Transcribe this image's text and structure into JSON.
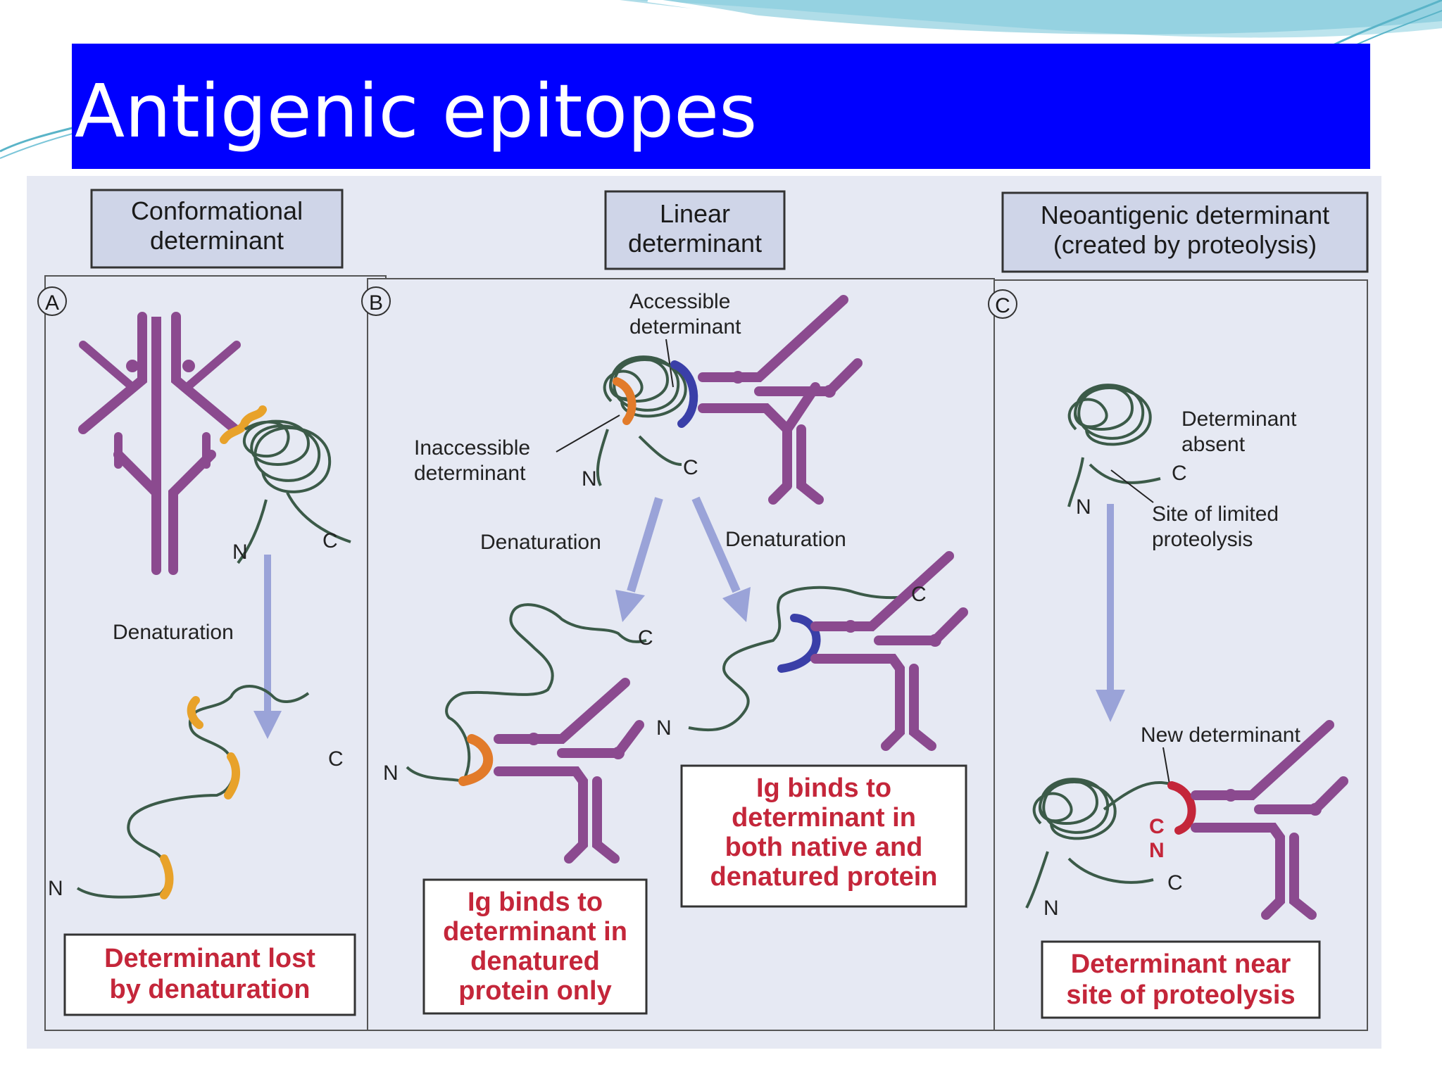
{
  "slide": {
    "title": "Antigenic epitopes"
  },
  "colors": {
    "title_bar": "#0000ff",
    "antibody": "#8b4a8f",
    "protein_chain": "#3b5a48",
    "conformational_epitope": "#e8a22a",
    "inaccessible_epitope": "#e27b2a",
    "accessible_epitope": "#3a3fa8",
    "new_epitope": "#c4263a",
    "arrow": "#9aa3d8",
    "result_text": "#c4263a"
  },
  "panels": {
    "a": {
      "letter": "A",
      "header_line1": "Conformational",
      "header_line2": "determinant",
      "arrow_label": "Denaturation",
      "n_top": "N",
      "c_top": "C",
      "n_bottom": "N",
      "c_bottom": "C",
      "result_line1": "Determinant lost",
      "result_line2": "by denaturation"
    },
    "b": {
      "letter": "B",
      "header_line1": "Linear",
      "header_line2": "determinant",
      "accessible_line1": "Accessible",
      "accessible_line2": "determinant",
      "inaccessible_line1": "Inaccessible",
      "inaccessible_line2": "determinant",
      "n_top": "N",
      "c_top": "C",
      "arrow_left_label": "Denaturation",
      "arrow_right_label": "Denaturation",
      "n_left": "N",
      "c_left": "C",
      "n_right": "N",
      "c_right": "C",
      "result_left_line1": "Ig binds to",
      "result_left_line2": "determinant in",
      "result_left_line3": "denatured",
      "result_left_line4": "protein only",
      "result_right_line1": "Ig binds to",
      "result_right_line2": "determinant in",
      "result_right_line3": "both native and",
      "result_right_line4": "denatured protein"
    },
    "c": {
      "letter": "C",
      "header_line1": "Neoantigenic determinant",
      "header_line2": "(created by proteolysis)",
      "absent_line1": "Determinant",
      "absent_line2": "absent",
      "site_line1": "Site of limited",
      "site_line2": "proteolysis",
      "n_top": "N",
      "c_top": "C",
      "new_label": "New determinant",
      "c_new": "C",
      "n_new": "N",
      "c_bottom": "C",
      "n_bottom": "N",
      "result_line1": "Determinant near",
      "result_line2": "site of proteolysis"
    }
  }
}
